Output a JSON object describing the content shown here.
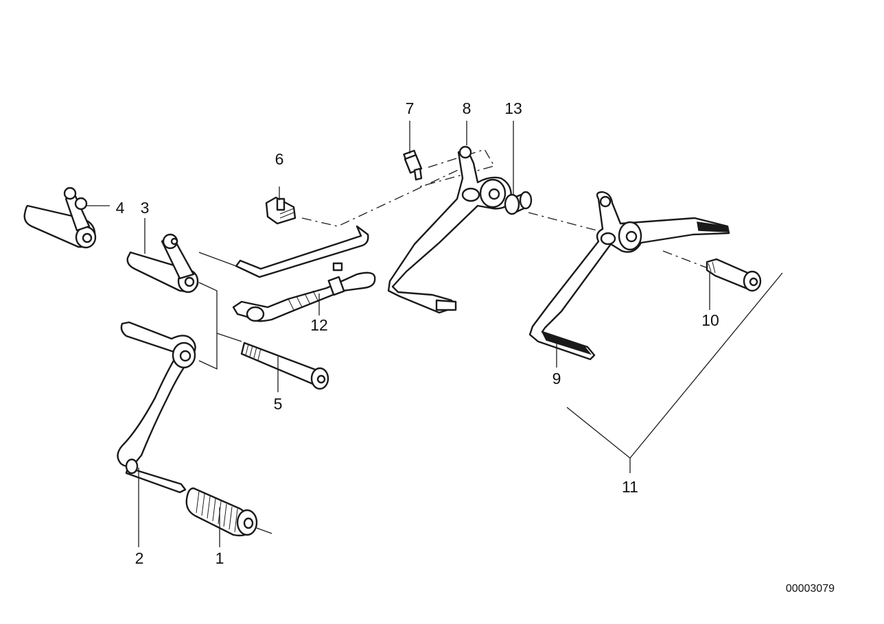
{
  "labels": {
    "p1": "1",
    "p2": "2",
    "p3": "3",
    "p4": "4",
    "p5": "5",
    "p6": "6",
    "p7": "7",
    "p8": "8",
    "p9": "9",
    "p10": "10",
    "p11": "11",
    "p12": "12",
    "p13": "13"
  },
  "reference_number": "00003079"
}
